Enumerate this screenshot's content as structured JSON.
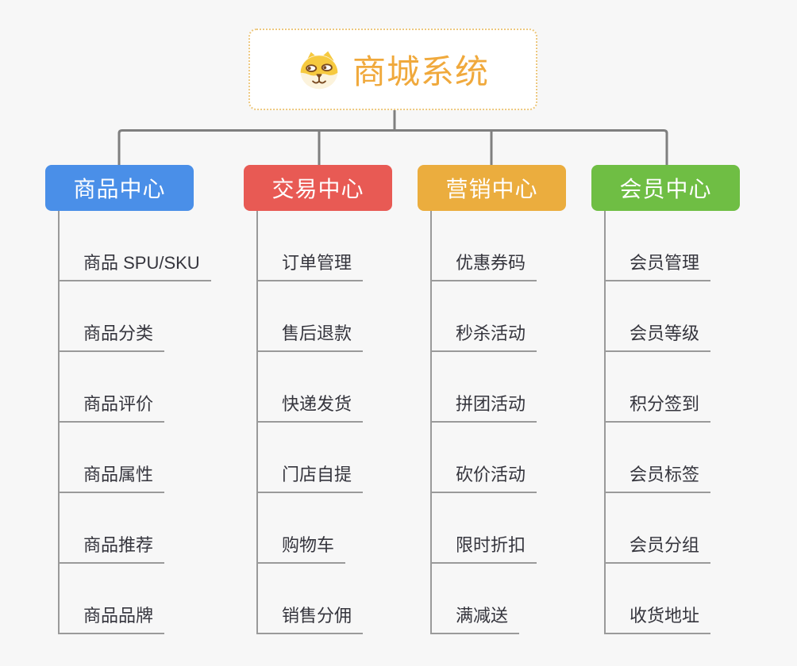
{
  "root": {
    "title": "商城系统",
    "icon": "shiba-dog-icon"
  },
  "branches": [
    {
      "label": "商品中心",
      "color": "#4A8FE8",
      "items": [
        "商品 SPU/SKU",
        "商品分类",
        "商品评价",
        "商品属性",
        "商品推荐",
        "商品品牌"
      ]
    },
    {
      "label": "交易中心",
      "color": "#E85A54",
      "items": [
        "订单管理",
        "售后退款",
        "快递发货",
        "门店自提",
        "购物车",
        "销售分佣"
      ]
    },
    {
      "label": "营销中心",
      "color": "#EBAD3E",
      "items": [
        "优惠券码",
        "秒杀活动",
        "拼团活动",
        "砍价活动",
        "限时折扣",
        "满减送"
      ]
    },
    {
      "label": "会员中心",
      "color": "#6FBE44",
      "items": [
        "会员管理",
        "会员等级",
        "积分签到",
        "会员标签",
        "会员分组",
        "收货地址"
      ]
    }
  ],
  "colors": {
    "background": "#F7F7F7",
    "root_border": "#EDC87F",
    "root_title": "#F0A93C",
    "connector": "#7F7F7F",
    "leaf_line": "#9A9A9A",
    "leaf_text": "#35353D"
  }
}
